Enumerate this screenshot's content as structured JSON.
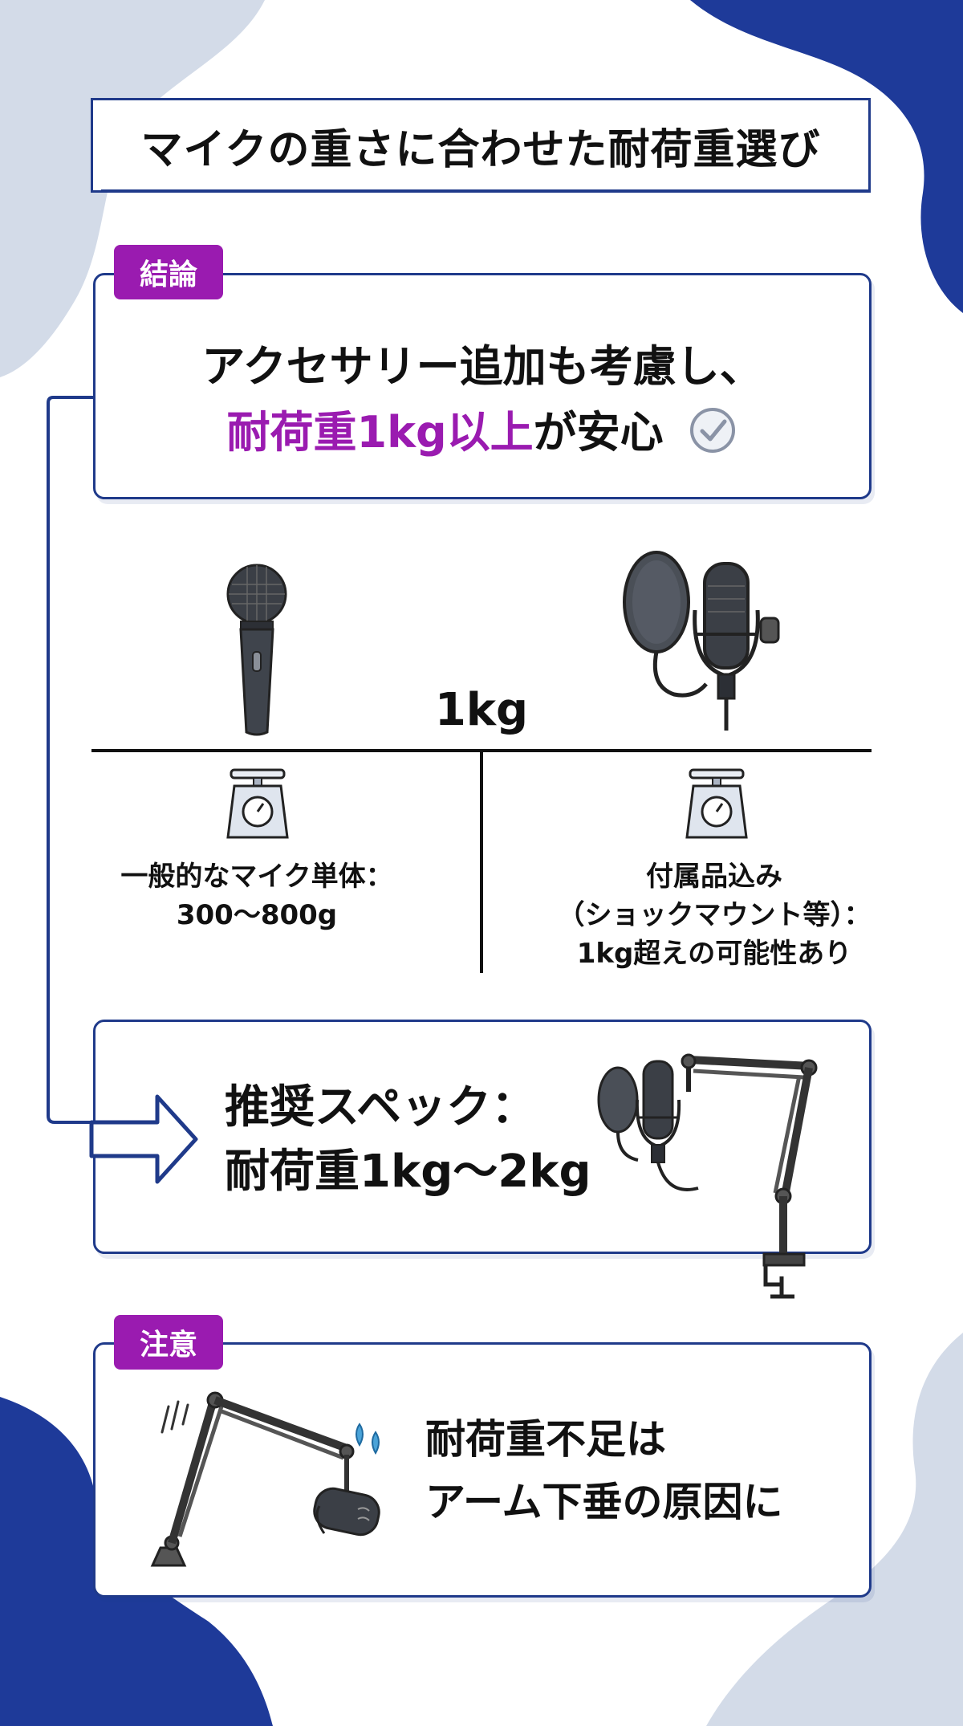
{
  "title": "マイクの重さに合わせた耐荷重選び",
  "conclusion": {
    "tag": "結論",
    "line1": "アクセサリー追加も考慮し、",
    "highlight": "耐荷重1kg以上",
    "line2_rest": "が安心"
  },
  "scale": {
    "label": "1kg",
    "left_label": "一般的なマイク単体：",
    "left_value": "300〜800g",
    "right_line1": "付属品込み",
    "right_line2": "（ショックマウント等）：",
    "right_line3": "1kg超えの可能性あり"
  },
  "recommend": {
    "line1": "推奨スペック：",
    "line2": "耐荷重1kg〜2kg"
  },
  "caution": {
    "tag": "注意",
    "line1": "耐荷重不足は",
    "line2": "アーム下垂の原因に"
  },
  "colors": {
    "navy": "#1f3a8a",
    "purple": "#9a1bb0",
    "blob_light": "#d3dbe8",
    "blob_dark": "#1e3a99"
  },
  "icons": [
    "checkmark-circle-icon",
    "handheld-microphone-icon",
    "condenser-microphone-icon",
    "kitchen-scale-icon",
    "boom-arm-microphone-icon",
    "sagging-arm-icon"
  ]
}
